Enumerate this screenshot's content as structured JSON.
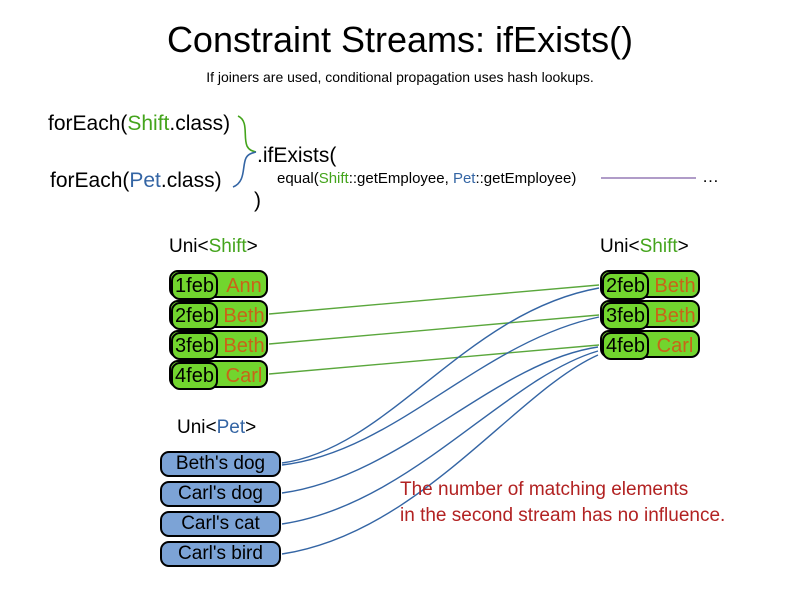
{
  "title": "Constraint Streams: ifExists()",
  "subtitle": "If joiners are used, conditional propagation uses hash lookups.",
  "code": {
    "foreach_shift": {
      "prefix": "forEach(",
      "class_name": "Shift",
      "suffix": ".class)"
    },
    "foreach_pet": {
      "prefix": "forEach(",
      "class_name": "Pet",
      "suffix": ".class)"
    },
    "if_exists": ".ifExists(",
    "equal": {
      "prefix": "equal(",
      "shift": "Shift",
      "mid": "::getEmployee, ",
      "pet": "Pet",
      "suffix": "::getEmployee)"
    },
    "ellipsis": "…",
    "close_paren": ")"
  },
  "left_shift_table": {
    "label": {
      "prefix": "Uni<",
      "type": "Shift",
      "suffix": ">"
    },
    "rows": [
      {
        "date": "1feb",
        "name": "Ann"
      },
      {
        "date": "2feb",
        "name": "Beth"
      },
      {
        "date": "3feb",
        "name": "Beth"
      },
      {
        "date": "4feb",
        "name": "Carl"
      }
    ]
  },
  "right_shift_table": {
    "label": {
      "prefix": "Uni<",
      "type": "Shift",
      "suffix": ">"
    },
    "rows": [
      {
        "date": "2feb",
        "name": "Beth"
      },
      {
        "date": "3feb",
        "name": "Beth"
      },
      {
        "date": "4feb",
        "name": "Carl"
      }
    ]
  },
  "pet_list": {
    "label": {
      "prefix": "Uni<",
      "type": "Pet",
      "suffix": ">"
    },
    "items": [
      "Beth's dog",
      "Carl's dog",
      "Carl's cat",
      "Carl's bird"
    ]
  },
  "note": {
    "line1": "The number of matching elements",
    "line2": "in the second stream has no influence."
  },
  "colors": {
    "shift_green_text": "#44a41c",
    "pet_blue_text": "#3465a4",
    "employee_orange_text": "#c96418",
    "shift_box_fill": "#72d52e",
    "pet_box_fill": "#7ca3d6",
    "green_line": "#5aa73c",
    "blue_line": "#3465a4",
    "purple_line": "#967bb5",
    "note_red": "#b22222"
  }
}
